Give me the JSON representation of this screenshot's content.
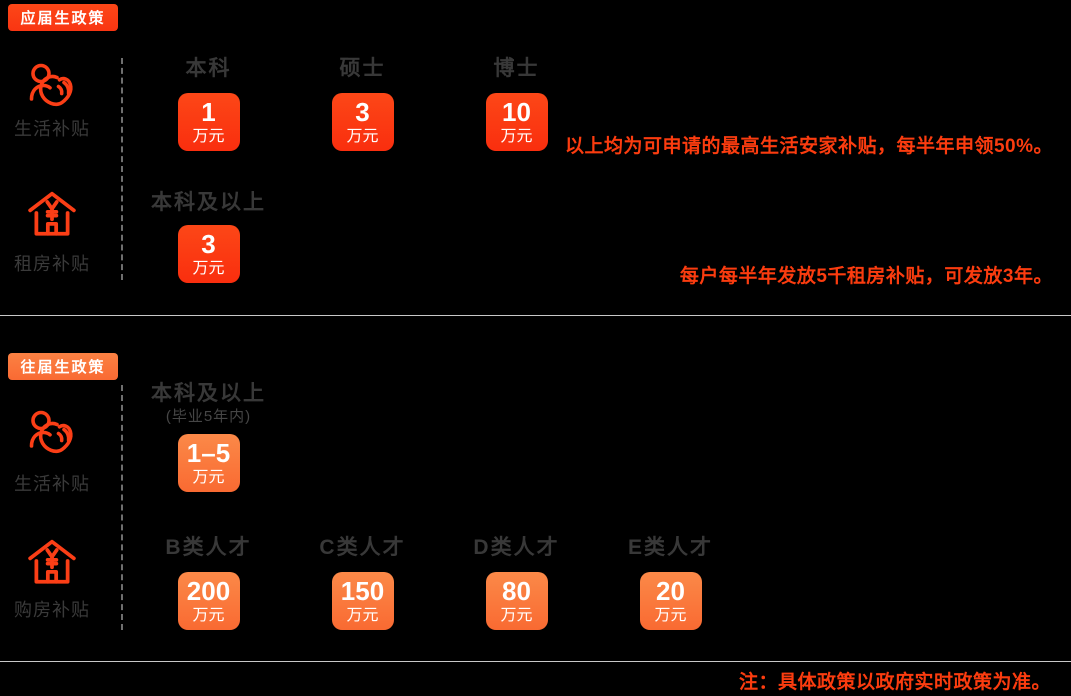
{
  "colors": {
    "background": "#000000",
    "accent_red": "#fb3e16",
    "accent_orange": "#fa7a3c",
    "label_text": "#3a3a3a",
    "annotation_text": "#fb3c0f",
    "divider": "#c8c8c8"
  },
  "icons": {
    "living": "person-heart-icon",
    "housing": "house-yen-icon"
  },
  "sections": [
    {
      "badge": "应届生政策",
      "rows": [
        {
          "label": "生活补贴",
          "items": [
            {
              "header": "本科",
              "value": "1",
              "unit": "万元"
            },
            {
              "header": "硕士",
              "value": "3",
              "unit": "万元"
            },
            {
              "header": "博士",
              "value": "10",
              "unit": "万元"
            }
          ],
          "annotation": "以上均为可申请的最高生活安家补贴，每半年申领50%。"
        },
        {
          "label": "租房补贴",
          "items": [
            {
              "header": "本科及以上",
              "value": "3",
              "unit": "万元"
            }
          ],
          "annotation": "每户每半年发放5千租房补贴，可发放3年。"
        }
      ]
    },
    {
      "badge": "往届生政策",
      "rows": [
        {
          "label": "生活补贴",
          "items": [
            {
              "header": "本科及以上",
              "sub": "(毕业5年内)",
              "value": "1–5",
              "unit": "万元"
            }
          ]
        },
        {
          "label": "购房补贴",
          "items": [
            {
              "header": "B类人才",
              "value": "200",
              "unit": "万元"
            },
            {
              "header": "C类人才",
              "value": "150",
              "unit": "万元"
            },
            {
              "header": "D类人才",
              "value": "80",
              "unit": "万元"
            },
            {
              "header": "E类人才",
              "value": "20",
              "unit": "万元"
            }
          ]
        }
      ]
    }
  ],
  "footnote": "注：具体政策以政府实时政策为准。"
}
